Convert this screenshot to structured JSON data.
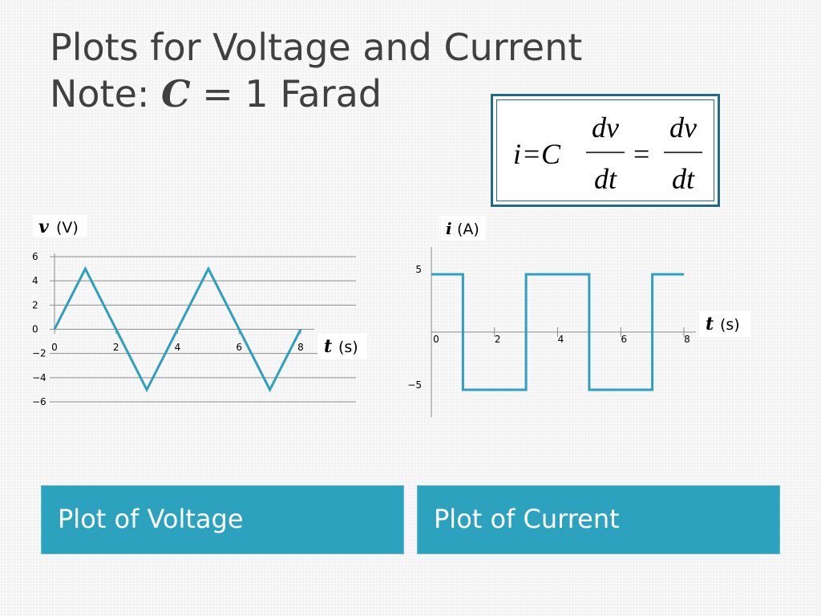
{
  "title": {
    "line1": "Plots for Voltage and Current",
    "line2_prefix": "Note: ",
    "line2_var": "C",
    "line2_suffix": " = 1 Farad"
  },
  "formula": {
    "lhs_var": "i",
    "equals": "=",
    "cap": "C",
    "numerator": "dv",
    "denominator": "dt"
  },
  "captions": {
    "voltage": "Plot of Voltage",
    "current": "Plot of Current"
  },
  "colors": {
    "series": "#2e9fbf",
    "caption_bg": "#2da2bf",
    "caption_text": "#ffffff",
    "title_text": "#404040",
    "formula_border": "#1f6a86"
  },
  "chart_data": [
    {
      "type": "line",
      "ylabel_var": "v",
      "ylabel_unit": "(V)",
      "xlabel_var": "t",
      "xlabel_unit": "(s)",
      "x_ticks": [
        "0",
        "2",
        "4",
        "6",
        "8"
      ],
      "y_ticks": [
        "6",
        "4",
        "2",
        "0",
        "−2",
        "−4",
        "−6"
      ],
      "xlim": [
        0,
        8
      ],
      "ylim": [
        -6,
        6
      ],
      "grid": true,
      "series": [
        {
          "x": [
            0,
            1,
            3,
            5,
            7,
            8
          ],
          "y": [
            0,
            5,
            -5,
            5,
            -5,
            0
          ]
        }
      ]
    },
    {
      "type": "line",
      "ylabel_var": "i",
      "ylabel_unit": "(A)",
      "xlabel_var": "t",
      "xlabel_unit": "(s)",
      "x_ticks": [
        "0",
        "2",
        "4",
        "6",
        "8"
      ],
      "y_ticks": [
        "5",
        "−5"
      ],
      "xlim": [
        0,
        8
      ],
      "ylim": [
        -5,
        5
      ],
      "grid": false,
      "series": [
        {
          "x": [
            0,
            1,
            1,
            3,
            3,
            5,
            5,
            7,
            7,
            8
          ],
          "y": [
            5,
            5,
            -5,
            -5,
            5,
            5,
            -5,
            -5,
            5,
            5
          ]
        }
      ]
    }
  ]
}
